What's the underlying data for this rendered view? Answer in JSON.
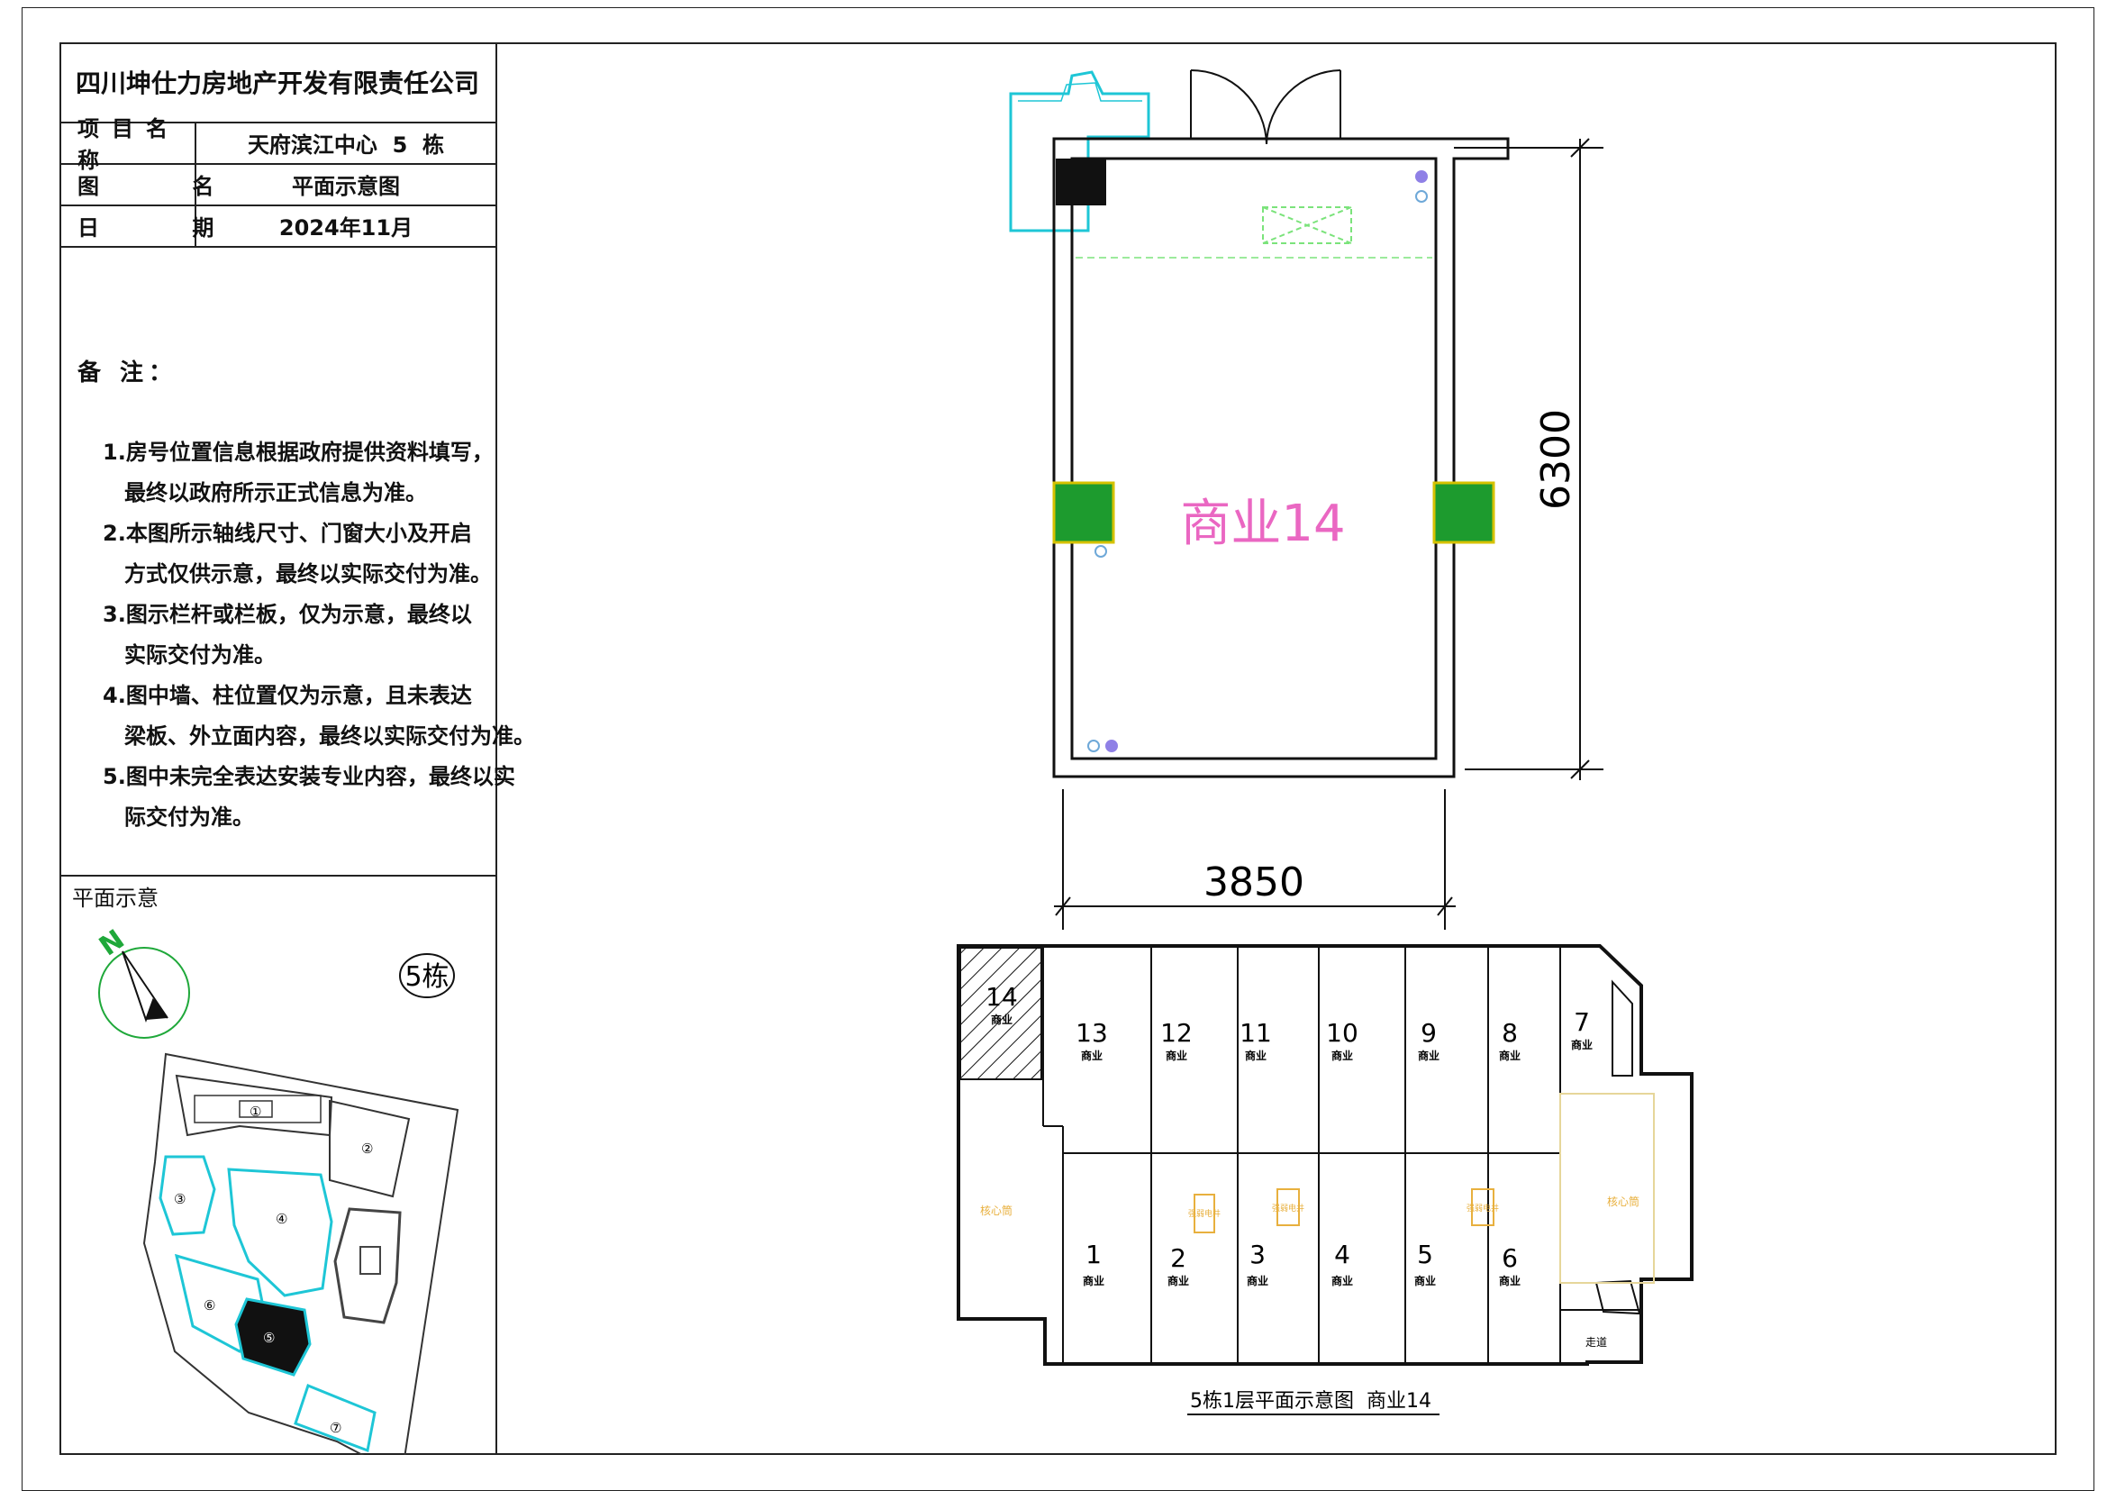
{
  "company": "四川坤仕力房地产开发有限责任公司",
  "info": [
    {
      "label": "项目名称",
      "value": "天府滨江中心  5  栋"
    },
    {
      "label": "图    名",
      "value": "平面示意图"
    },
    {
      "label": "日    期",
      "value": "2024年11月"
    }
  ],
  "notes": {
    "title": "备 注：",
    "lines": [
      "1.房号位置信息根据政府提供资料填写，",
      "最终以政府所示正式信息为准。",
      "2.本图所示轴线尺寸、门窗大小及开启",
      "方式仅供示意，最终以实际交付为准。",
      "3.图示栏杆或栏板，仅为示意，最终以",
      "实际交付为准。",
      "4.图中墙、柱位置仅为示意，且未表达",
      "梁板、外立面内容，最终以实际交付为准。",
      "5.图中未完全表达安装专业内容，最终以实",
      "际交付为准。"
    ]
  },
  "site": {
    "title": "平面示意",
    "north": "N",
    "building": "5栋",
    "markers": [
      "①",
      "②",
      "③",
      "④",
      "⑤",
      "⑥",
      "⑦"
    ]
  },
  "unit": {
    "name": "商业14",
    "dim_height": "6300",
    "dim_width": "3850"
  },
  "floor_plan": {
    "caption": "5栋1层平面示意图  商业14",
    "top_units": [
      {
        "num": "14",
        "type": "商业"
      },
      {
        "num": "13",
        "type": "商业"
      },
      {
        "num": "12",
        "type": "商业"
      },
      {
        "num": "11",
        "type": "商业"
      },
      {
        "num": "10",
        "type": "商业"
      },
      {
        "num": "9",
        "type": "商业"
      },
      {
        "num": "8",
        "type": "商业"
      },
      {
        "num": "7",
        "type": "商业"
      }
    ],
    "bottom_units": [
      {
        "num": "1",
        "type": "商业"
      },
      {
        "num": "2",
        "type": "商业"
      },
      {
        "num": "3",
        "type": "商业"
      },
      {
        "num": "4",
        "type": "商业"
      },
      {
        "num": "5",
        "type": "商业"
      },
      {
        "num": "6",
        "type": "商业"
      }
    ],
    "core": "核心筒",
    "shaft": "强弱电井",
    "corridor": "走道"
  }
}
